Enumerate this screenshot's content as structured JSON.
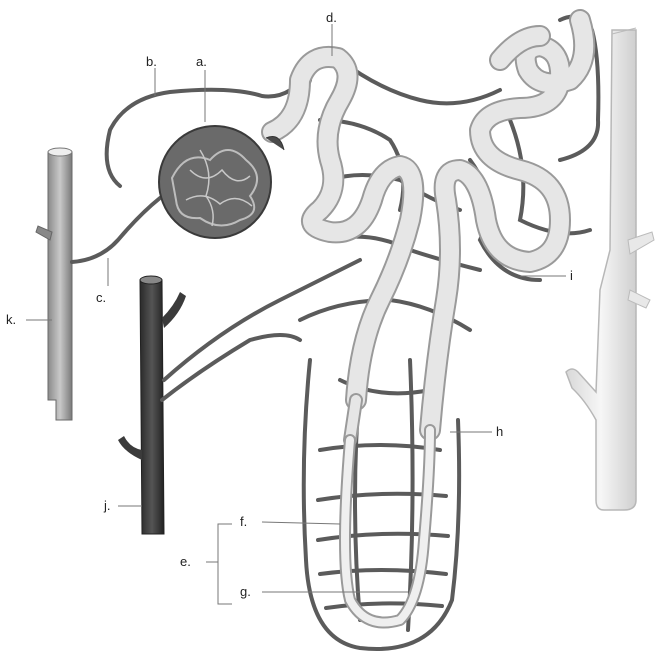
{
  "labels": {
    "a": "a.",
    "b": "b.",
    "c": "c.",
    "d": "d.",
    "e": "e.",
    "f": "f.",
    "g": "g.",
    "h": "h",
    "i": "i",
    "j": "j.",
    "k": "k."
  },
  "colors": {
    "background": "#ffffff",
    "tubule_fill": "#e6e6e6",
    "tubule_edge": "#9a9a9a",
    "vessel": "#5b5b5b",
    "vein_dark": "#3b3b3b",
    "glomerulus": "#4a4a4a"
  }
}
